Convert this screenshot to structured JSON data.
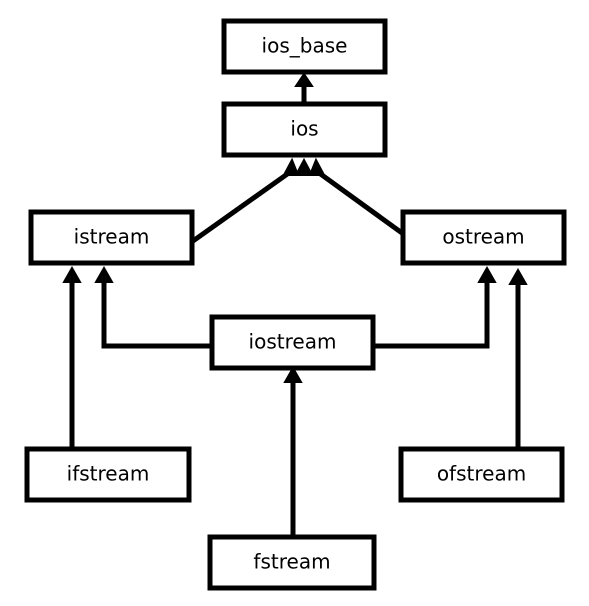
{
  "diagram": {
    "nodes": {
      "ios_base": "ios_base",
      "ios": "ios",
      "istream": "istream",
      "ostream": "ostream",
      "iostream": "iostream",
      "ifstream": "ifstream",
      "ofstream": "ofstream",
      "fstream": "fstream"
    },
    "colors": {
      "stroke": "#000000",
      "fill": "#ffffff",
      "text": "#000000"
    }
  }
}
